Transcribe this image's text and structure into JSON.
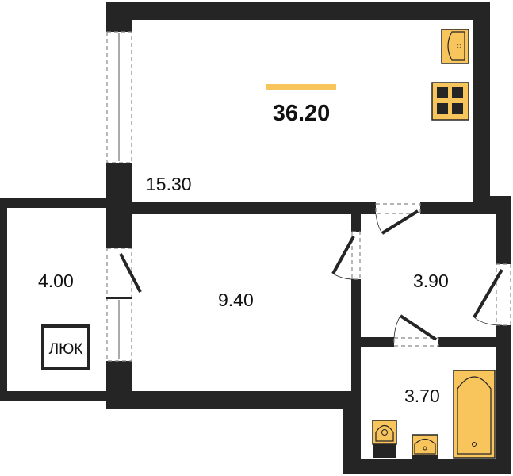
{
  "plan": {
    "total_area": "36.20",
    "accent_color": "#F7C55C",
    "rooms": [
      {
        "name": "kitchen-living",
        "area": "15.30"
      },
      {
        "name": "room",
        "area": "9.40"
      },
      {
        "name": "balcony",
        "area": "4.00"
      },
      {
        "name": "hallway",
        "area": "3.90"
      },
      {
        "name": "bathroom",
        "area": "3.70"
      }
    ],
    "hatch_label": "ЛЮК"
  }
}
